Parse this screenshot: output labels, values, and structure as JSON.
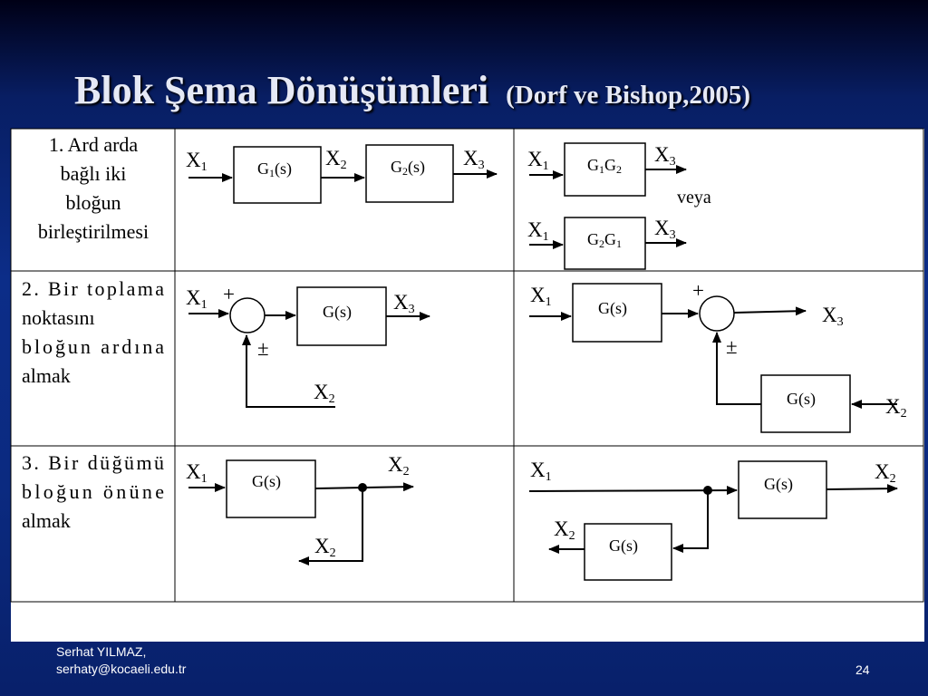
{
  "slide": {
    "title": "Blok Şema Dönüşümleri",
    "citation": "(Dorf  ve Bishop,2005)",
    "footer_name": "Serhat YILMAZ,",
    "footer_email": "serhaty@kocaeli.edu.tr",
    "page_number": "24"
  },
  "rows": [
    {
      "label_lines": [
        "1. Ard arda",
        "bağlı iki",
        "bloğun",
        "birleştirilmesi"
      ]
    },
    {
      "label_lines": [
        "2.  Bir  toplama",
        "noktasını",
        "bloğun    ardına",
        "almak"
      ]
    },
    {
      "label_lines": [
        "3.  Bir  düğümü",
        "bloğun     önüne",
        "almak"
      ]
    }
  ],
  "signals": {
    "x": "X",
    "s1": "1",
    "s2": "2",
    "s3": "3"
  },
  "blocks": {
    "g": "G",
    "s_arg": "(s)",
    "gs": "G(s)",
    "one": "1",
    "two": "2"
  },
  "symbols": {
    "plus": "+",
    "plus_minus": "±",
    "veya": "veya"
  }
}
